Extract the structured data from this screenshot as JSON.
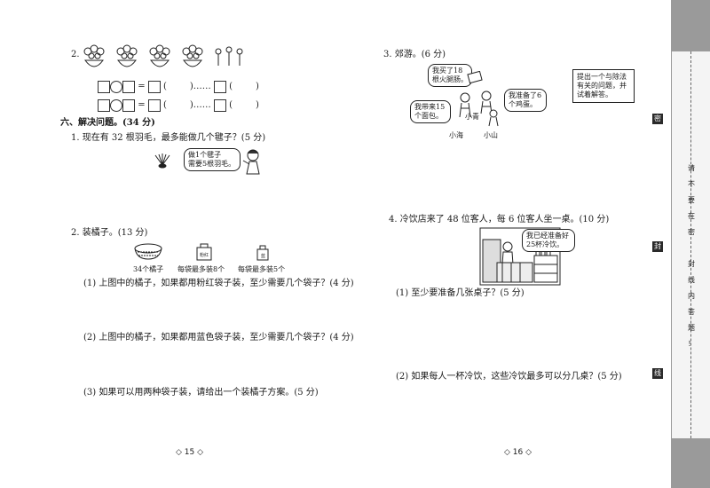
{
  "left": {
    "q2_num": "2.",
    "eq_row1": {
      "dots": "……",
      "open1": "(",
      "close1": ")",
      "open2": "(",
      "close2": ")"
    },
    "eq_row2": {
      "dots": "……",
      "open1": "(",
      "close1": ")",
      "open2": "(",
      "close2": ")"
    },
    "eq_sign": "=",
    "section6_title": "六、解决问题。(34 分)",
    "p1_text": "1. 现在有 32 根羽毛，最多能做几个毽子？(5 分)",
    "p1_bubble": "做1个毽子\n需要5根羽毛。",
    "p2_text": "2. 装橘子。(13 分)",
    "p2_basket_label": "34个橘子",
    "p2_pink_bag_tag": "粉红",
    "p2_blue_bag_tag": "蓝",
    "p2_pink_label": "每袋最多装8个",
    "p2_blue_label": "每袋最多装5个",
    "p2_sub1": "(1) 上图中的橘子，如果都用粉红袋子装，至少需要几个袋子？(4 分)",
    "p2_sub2": "(2) 上图中的橘子，如果都用蓝色袋子装，至少需要几个袋子？(4 分)",
    "p2_sub3": "(3) 如果可以用两种袋子装，请给出一个装橘子方案。(5 分)",
    "page_number": "◇ 15 ◇"
  },
  "right": {
    "p3_text": "3. 郊游。(6 分)",
    "p3_bubble_a": "我买了18\n根火腿肠。",
    "p3_bubble_b": "我准备了6\n个鸡蛋。",
    "p3_bubble_c": "我带来15\n个面包。",
    "p3_name_qing": "小青",
    "p3_name_hai": "小海",
    "p3_name_shan": "小山",
    "p3_instruction": "提出一个与除法\n有关的问题，并\n试着解答。",
    "p4_text": "4. 冷饮店来了 48 位客人，每 6 位客人坐一桌。(10 分)",
    "p4_bubble": "我已经准备好\n25杯冷饮。",
    "p4_sub1": "(1) 至少要准备几张桌子？(5 分)",
    "p4_sub2": "(2) 如果每人一杯冷饮，这些冷饮最多可以分几桌？(5 分)",
    "page_number": "◇ 16 ◇"
  },
  "binding": {
    "seal_top": "密",
    "seal_mid": "封",
    "seal_bot": "线",
    "notice_chars": [
      "请",
      "不",
      "要",
      "在",
      "密",
      "封",
      "线",
      "内",
      "答",
      "题",
      "！"
    ]
  }
}
